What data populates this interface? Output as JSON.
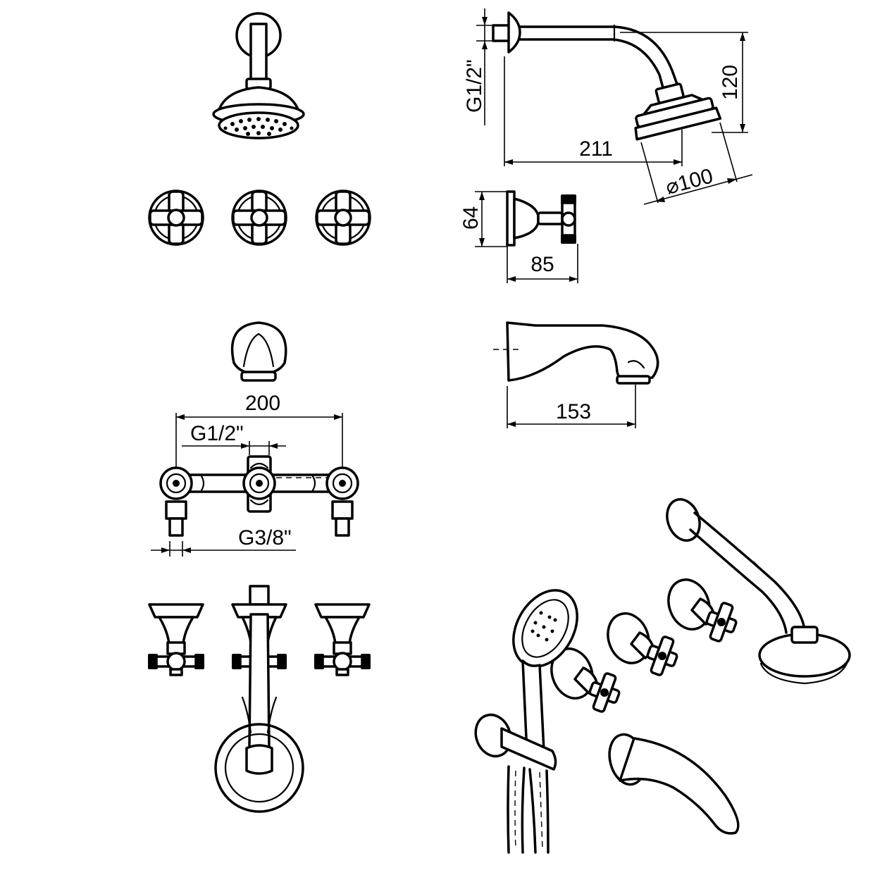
{
  "dimensions": {
    "arm_thread": "G1/2\"",
    "arm_drop": "120",
    "arm_length": "211",
    "head_diameter": "⌀100",
    "handle_height": "64",
    "handle_projection": "85",
    "spout_length": "153",
    "valve_spacing": "200",
    "inlet_thread": "G1/2\"",
    "outlet_thread": "G3/8\""
  },
  "colors": {
    "line": "#000000",
    "background": "#ffffff"
  }
}
